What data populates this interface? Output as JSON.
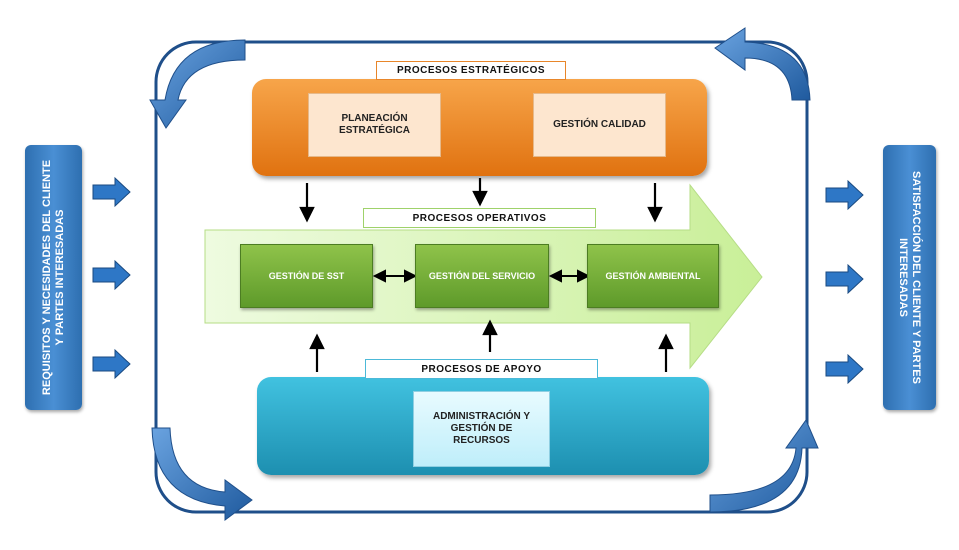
{
  "left_label": "REQUISITOS Y NECESIDADES DEL CLIENTE Y PARTES INTERESADAS",
  "left_label_lines": [
    "REQUISITOS Y NECESIDADES DEL CLIENTE",
    "Y PARTES INTERESADAS"
  ],
  "right_label_lines": [
    "SATISFACCIÓN DEL CLIENTE Y PARTES",
    "INTERESADAS"
  ],
  "strategic": {
    "tag": "PROCESOS ESTRATÉGICOS",
    "planeacion_lines": [
      "PLANEACIÓN",
      "ESTRATÉGICA"
    ],
    "calidad": "GESTIÓN CALIDAD"
  },
  "operative": {
    "tag": "PROCESOS OPERATIVOS",
    "sst": "GESTIÓN DE SST",
    "servicio": "GESTIÓN DEL SERVICIO",
    "ambiental": "GESTIÓN AMBIENTAL"
  },
  "support": {
    "tag": "PROCESOS DE APOYO",
    "admin_lines": [
      "ADMINISTRACIÓN Y",
      "GESTIÓN DE",
      "RECURSOS"
    ]
  },
  "colors": {
    "blue": "#2e6fb0",
    "orange": "#f08a24",
    "green": "#6aa631",
    "teal": "#2aa3c4",
    "light_green": "#d9f5b5"
  }
}
